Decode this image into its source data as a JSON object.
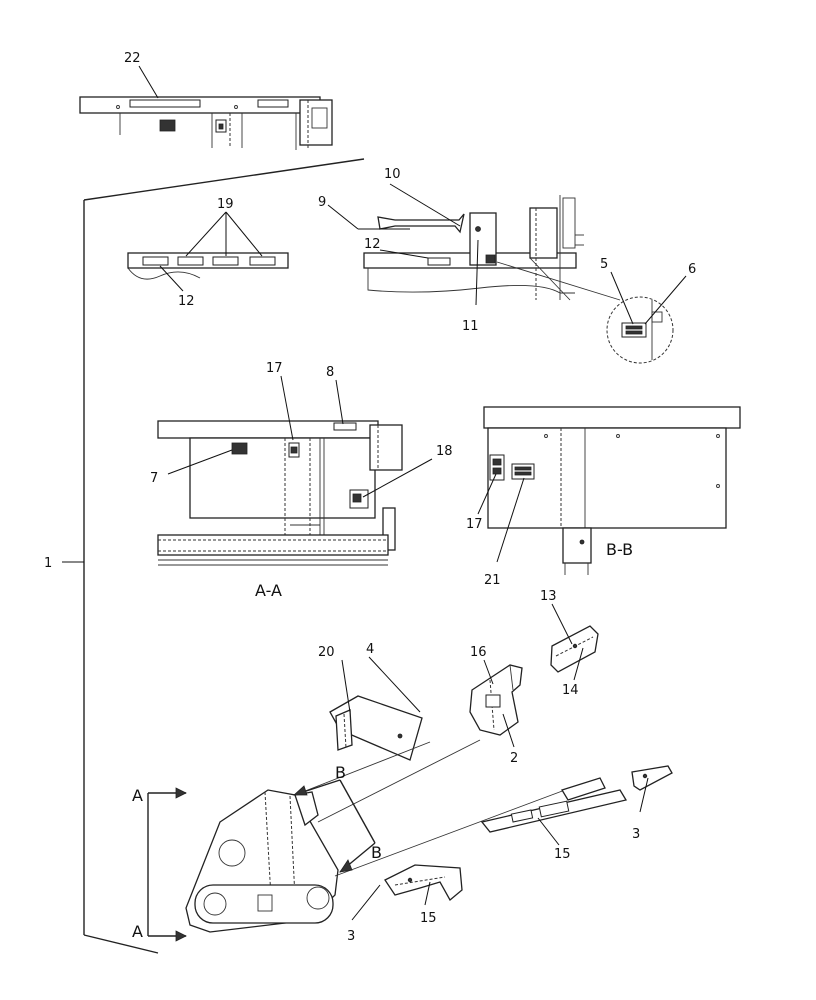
{
  "callouts": {
    "c1": "1",
    "c2": "2",
    "c3a": "3",
    "c3b": "3",
    "c4": "4",
    "c5": "5",
    "c6": "6",
    "c7": "7",
    "c8": "8",
    "c9": "9",
    "c10": "10",
    "c11": "11",
    "c12a": "12",
    "c12b": "12",
    "c13": "13",
    "c14": "14",
    "c15a": "15",
    "c15b": "15",
    "c16": "16",
    "c17a": "17",
    "c17b": "17",
    "c18": "18",
    "c19": "19",
    "c20": "20",
    "c21": "21",
    "c22": "22"
  },
  "section_labels": {
    "a_a": "A-A",
    "b_b": "B-B",
    "a_top": "A",
    "a_bottom": "A",
    "b_top": "B",
    "b_bottom": "B"
  }
}
